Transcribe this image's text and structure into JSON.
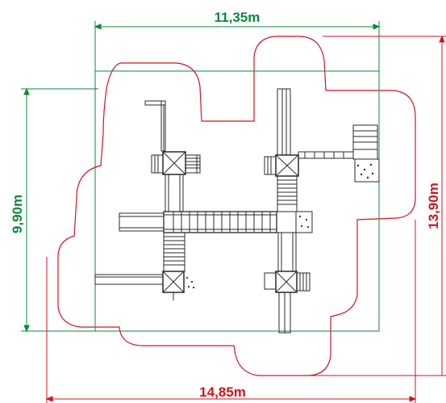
{
  "dimensions": {
    "top_width": "11,35m",
    "left_height": "9,90m",
    "right_height": "13,90m",
    "bottom_width": "14,85m"
  },
  "colors": {
    "green_dimension": "#0a8a3a",
    "red_boundary": "#d2141e",
    "structure": "#2a2a2a",
    "background": "#ffffff"
  }
}
